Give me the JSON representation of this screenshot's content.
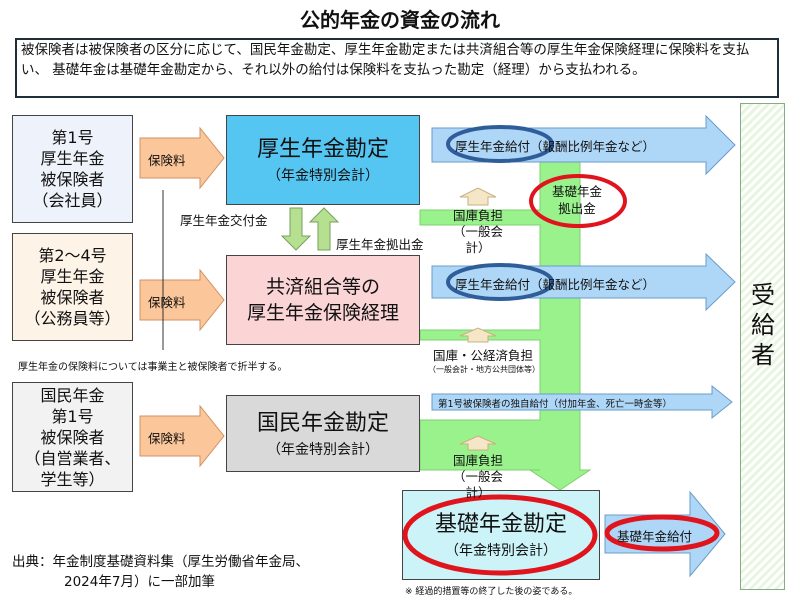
{
  "title": "公的年金の資金の流れ",
  "note": "被保険者は被保険者の区分に応じて、国民年金勘定、厚生年金勘定または共済組合等の厚生年金保険経理に保険料を支払い、 基礎年金は基礎年金勘定から、それ以外の給付は保険料を支払った勘定（経理）から支払われる。",
  "insured": [
    {
      "lines": [
        "第1号",
        "厚生年金",
        "被保険者",
        "（会社員）"
      ]
    },
    {
      "lines": [
        "第2～4号",
        "厚生年金",
        "被保険者",
        "（公務員等）"
      ]
    },
    {
      "lines": [
        "国民年金",
        "第1号",
        "被保険者",
        "（自営業者、",
        "学生等）"
      ]
    }
  ],
  "premium_label": "保険料",
  "accounts": {
    "kosei": {
      "name": "厚生年金勘定",
      "sub": "（年金特別会計）"
    },
    "kyosai": {
      "name1": "共済組合等の",
      "name2": "厚生年金保険経理"
    },
    "kokumin": {
      "name": "国民年金勘定",
      "sub": "（年金特別会計）"
    },
    "kiso": {
      "name": "基礎年金勘定",
      "sub": "（年金特別会計）"
    }
  },
  "transfer": {
    "grant": "厚生年金交付金",
    "contribution": "厚生年金拠出金"
  },
  "benefits": {
    "kosei_highlight": "厚生年金給付",
    "kosei_rest": "（報酬比例年金など）",
    "kyosai_highlight": "厚生年金給付",
    "kyosai_rest": "（報酬比例年金など）",
    "kokumin": "第1号被保険者の独自給付（付加年金、死亡一時金等）",
    "kiso": "基礎年金給付"
  },
  "kiso_contribution": [
    "基礎年金",
    "拠出金"
  ],
  "subsidies": {
    "s1": [
      "国庫負担",
      "（一般会計）"
    ],
    "s2": [
      "国庫・公経済負担",
      "（一般会計・地方公共団体等）"
    ],
    "s3": [
      "国庫負担",
      "（一般会計）"
    ]
  },
  "split_note": "厚生年金の保険料については事業主と被保険者で折半する。",
  "recipient": "受給者",
  "footnote": "※ 経過的措置等の終了した後の姿である。",
  "source": [
    "出典：年金制度基礎資料集（厚生労働省年金局、",
    "2024年7月）に一部加筆"
  ]
}
